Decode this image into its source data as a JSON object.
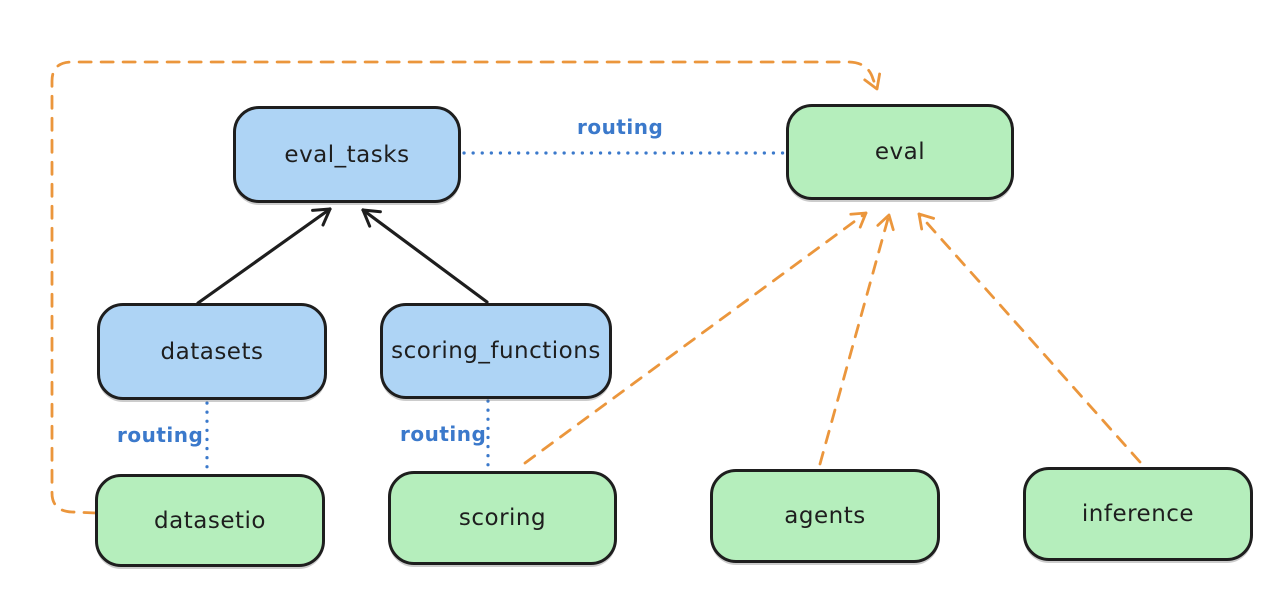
{
  "colors": {
    "background": "#ffffff",
    "blue_node_fill": "#aed4f5",
    "green_node_fill": "#b5eebc",
    "node_border": "#1e1e1e",
    "solid_arrow_black": "#1e1e1e",
    "routing_blue": "#3b79cb",
    "dashed_orange": "#eb963c"
  },
  "nodes": {
    "eval_tasks": {
      "label": "eval_tasks",
      "fill": "blue"
    },
    "eval": {
      "label": "eval",
      "fill": "green"
    },
    "datasets": {
      "label": "datasets",
      "fill": "blue"
    },
    "scoring_functions": {
      "label": "scoring_functions",
      "fill": "blue"
    },
    "datasetio": {
      "label": "datasetio",
      "fill": "green"
    },
    "scoring": {
      "label": "scoring",
      "fill": "green"
    },
    "agents": {
      "label": "agents",
      "fill": "green"
    },
    "inference": {
      "label": "inference",
      "fill": "green"
    }
  },
  "edge_labels": {
    "eval_tasks_eval": "routing",
    "datasets_datasetio": "routing",
    "scoring_functions_scoring": "routing"
  },
  "edges": [
    {
      "from": "datasets",
      "to": "eval_tasks",
      "style": "solid-black-arrow"
    },
    {
      "from": "scoring_functions",
      "to": "eval_tasks",
      "style": "solid-black-arrow"
    },
    {
      "from": "eval_tasks",
      "to": "eval",
      "style": "dotted-blue",
      "label": "routing"
    },
    {
      "from": "datasets",
      "to": "datasetio",
      "style": "dotted-blue",
      "label": "routing"
    },
    {
      "from": "scoring_functions",
      "to": "scoring",
      "style": "dotted-blue",
      "label": "routing"
    },
    {
      "from": "datasetio",
      "to": "eval",
      "style": "dashed-orange-arrow"
    },
    {
      "from": "scoring",
      "to": "eval",
      "style": "dashed-orange-arrow"
    },
    {
      "from": "agents",
      "to": "eval",
      "style": "dashed-orange-arrow"
    },
    {
      "from": "inference",
      "to": "eval",
      "style": "dashed-orange-arrow"
    }
  ]
}
